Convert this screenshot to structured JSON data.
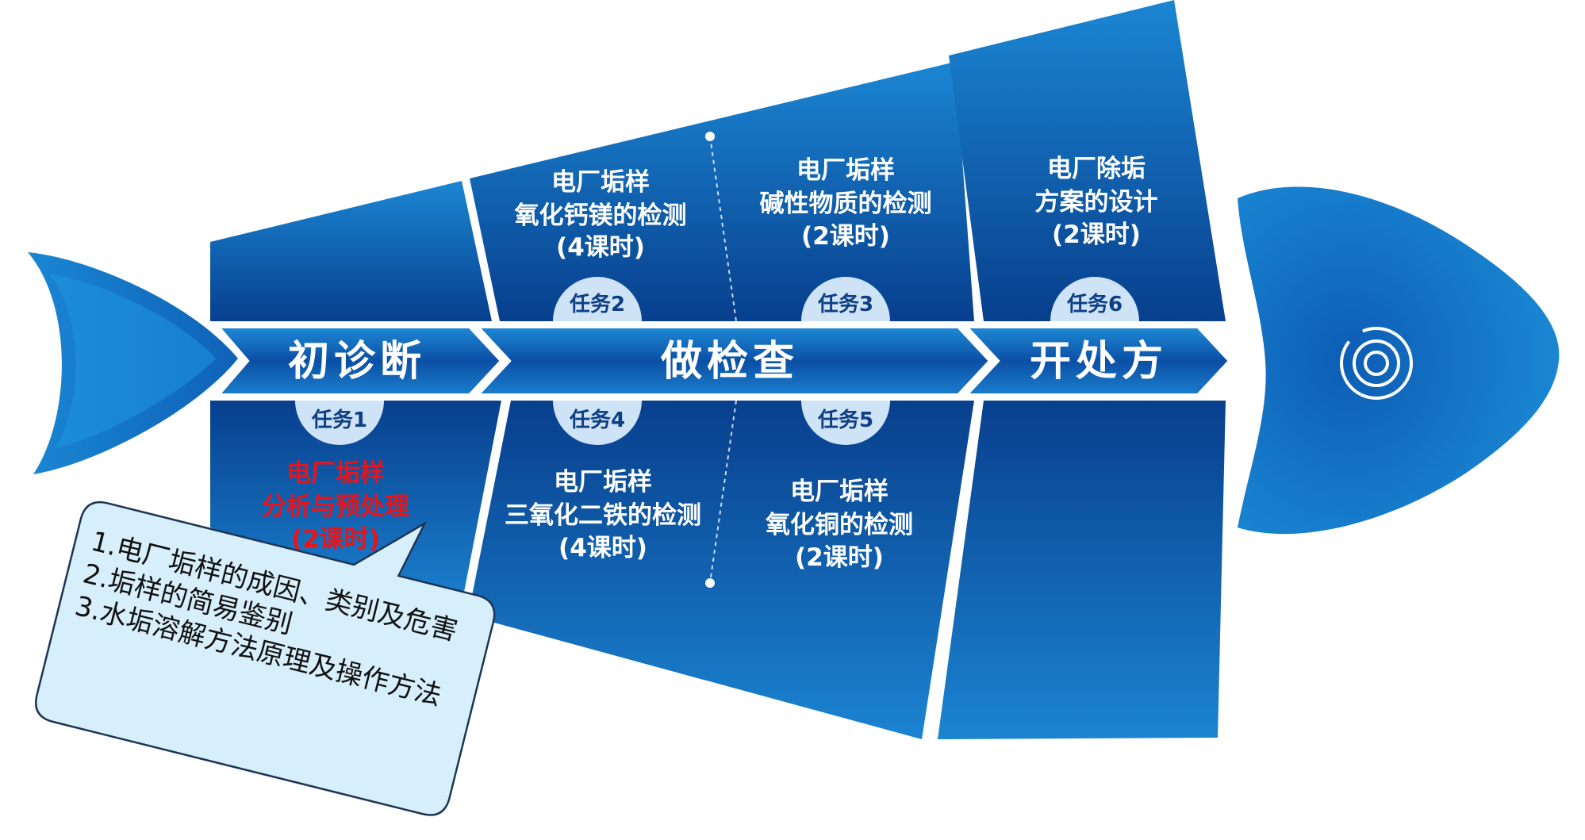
{
  "stages": [
    {
      "label": "初诊断"
    },
    {
      "label": "做检查"
    },
    {
      "label": "开处方"
    }
  ],
  "tasks": [
    {
      "badge": "任务1",
      "lines": [
        "电厂垢样",
        "分析与预处理",
        "(2课时)"
      ],
      "highlight": true
    },
    {
      "badge": "任务2",
      "lines": [
        "电厂垢样",
        "氧化钙镁的检测",
        "(4课时)"
      ],
      "highlight": false
    },
    {
      "badge": "任务3",
      "lines": [
        "电厂垢样",
        "碱性物质的检测",
        "(2课时)"
      ],
      "highlight": false
    },
    {
      "badge": "任务4",
      "lines": [
        "电厂垢样",
        "三氧化二铁的检测",
        "(4课时)"
      ],
      "highlight": false
    },
    {
      "badge": "任务5",
      "lines": [
        "电厂垢样",
        "氧化铜的检测",
        "(2课时)"
      ],
      "highlight": false
    },
    {
      "badge": "任务6",
      "lines": [
        "电厂除垢",
        "方案的设计",
        "(2课时)"
      ],
      "highlight": false
    }
  ],
  "note": {
    "lines": [
      "1.电厂垢样的成因、类别及危害",
      "2.垢样的简易鉴别",
      "3.水垢溶解方法原理及操作方法"
    ]
  },
  "icons": {
    "eye": "fish-eye-target-icon"
  },
  "colors": {
    "body_dark": "#0a4a9e",
    "body_light": "#1a7fd0",
    "badge": "#cfe3f7",
    "note_bg": "#d7eefb",
    "highlight_text": "#e8141c"
  }
}
